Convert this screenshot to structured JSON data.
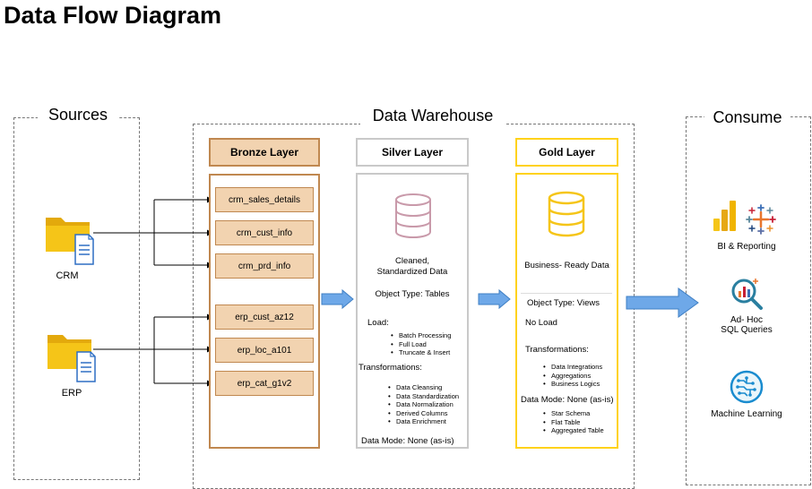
{
  "title": "Data Flow Diagram",
  "sources": {
    "title": "Sources",
    "crm_label": "CRM",
    "erp_label": "ERP"
  },
  "warehouse": {
    "title": "Data Warehouse",
    "bronze": {
      "header": "Bronze Layer",
      "tables": [
        "crm_sales_details",
        "crm_cust_info",
        "crm_prd_info",
        "erp_cust_az12",
        "erp_loc_a101",
        "erp_cat_g1v2"
      ]
    },
    "silver": {
      "header": "Silver Layer",
      "description_line1": "Cleaned,",
      "description_line2": "Standardized Data",
      "object_type": "Object Type: Tables",
      "load_title": "Load:",
      "load_items": [
        "Batch Processing",
        "Full Load",
        "Truncate & Insert"
      ],
      "transformations_title": "Transformations:",
      "transformations_items": [
        "Data Cleansing",
        "Data Standardization",
        "Data Normalization",
        "Derived Columns",
        "Data Enrichment"
      ],
      "data_mode": "Data Mode: None (as-is)"
    },
    "gold": {
      "header": "Gold Layer",
      "description": "Business- Ready Data",
      "object_type": "Object Type: Views",
      "load": "No Load",
      "transformations_title": "Transformations:",
      "transformations_items": [
        "Data Integrations",
        "Aggregations",
        "Business Logics"
      ],
      "data_mode": "Data Mode: None (as-is)",
      "data_mode_items": [
        "Star Schema",
        "Flat Table",
        "Aggregated Table"
      ]
    }
  },
  "consume": {
    "title": "Consume",
    "bi_label": "BI & Reporting",
    "sql_label_line1": "Ad- Hoc",
    "sql_label_line2": "SQL Queries",
    "ml_label": "Machine Learning"
  },
  "colors": {
    "bronze_fill": "#f2d3b0",
    "bronze_border": "#c08850",
    "silver_border": "#c9c9c9",
    "gold_border": "#ffd21a",
    "arrow_fill": "#6ea8e8",
    "folder": "#f5c518",
    "database_silver": "#c99aaa",
    "database_gold": "#f5c518"
  }
}
